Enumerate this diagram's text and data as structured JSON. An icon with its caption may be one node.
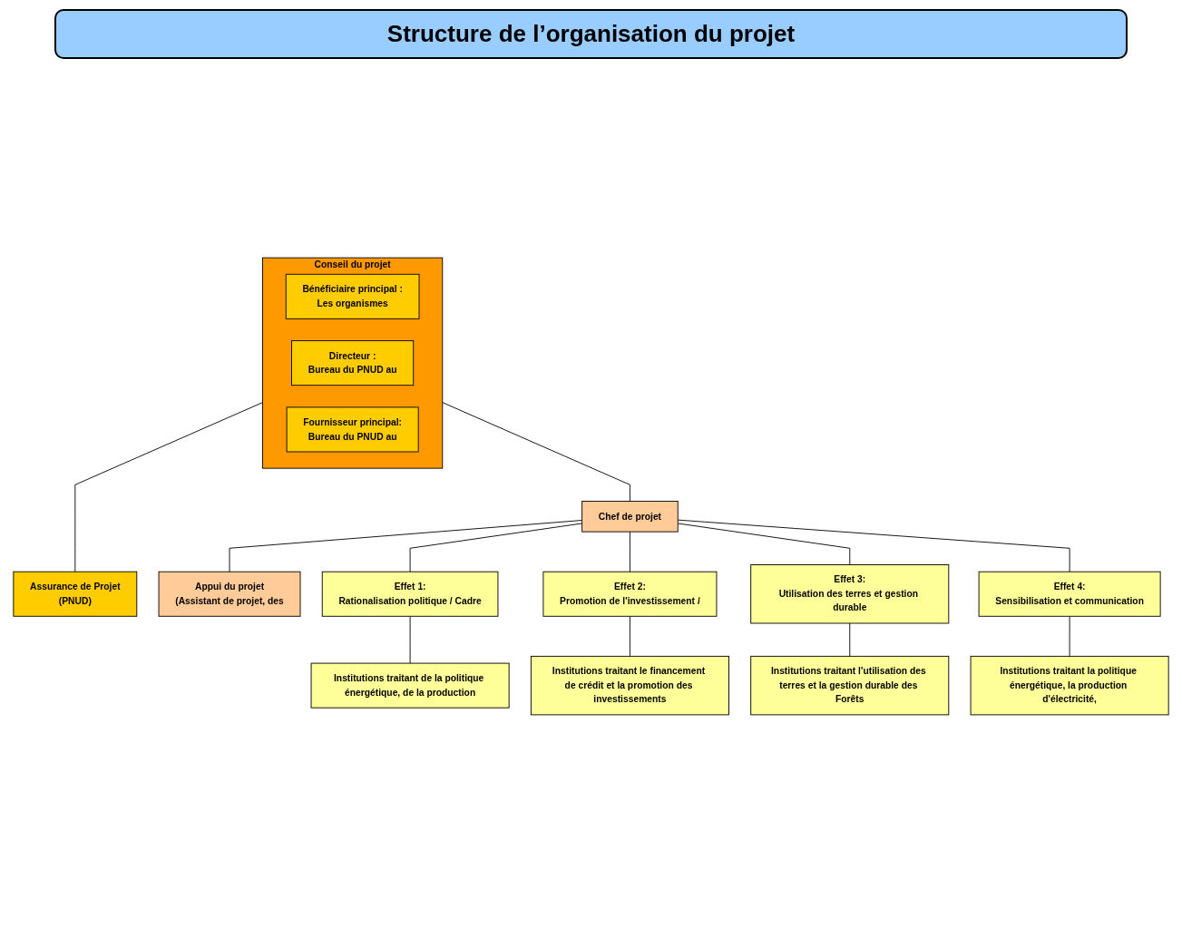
{
  "diagram": {
    "title": "Structure de l’organisation du projet",
    "nodes": [
      {
        "text": [
          "Conseil du projet"
        ]
      },
      {
        "text": [
          "Bénéficiaire principal :",
          "Les organismes"
        ],
        "in": 0
      },
      {
        "text": [
          "Directeur :",
          "Bureau du PNUD au"
        ],
        "in": 0
      },
      {
        "text": [
          "Fournisseur principal:",
          "Bureau du PNUD au"
        ],
        "in": 0
      },
      {
        "text": [
          "Assurance de Projet",
          "(PNUD)"
        ]
      },
      {
        "text": [
          "Chef de projet"
        ]
      },
      {
        "text": [
          "Appui du projet",
          "(Assistant de projet, des"
        ]
      },
      {
        "text": [
          "Effet 1:",
          "Rationalisation politique / Cadre"
        ]
      },
      {
        "text": [
          "Effet 2:",
          "Promotion de l'investissement /"
        ]
      },
      {
        "text": [
          "Effet 3:",
          "Utilisation des terres et gestion durable"
        ]
      },
      {
        "text": [
          "Effet 4:",
          "Sensibilisation et communication"
        ]
      },
      {
        "text": [
          "Institutions traitant de la politique énergétique, de la production"
        ]
      },
      {
        "text": [
          "Institutions traitant le financement de crédit et la promotion des investissements"
        ]
      },
      {
        "text": [
          "Institutions traitant l'utilisation des terres et la gestion durable des Forêts"
        ]
      },
      {
        "text": [
          "Institutions traitant la politique énergétique, la production d'électricité,"
        ]
      }
    ],
    "edges": [
      {
        "from": 0,
        "to": 4,
        "arrow": "none"
      },
      {
        "from": 0,
        "to": 5,
        "arrow": "none"
      },
      {
        "from": 5,
        "to": 6,
        "arrow": "none"
      },
      {
        "from": 5,
        "to": 7,
        "arrow": "none"
      },
      {
        "from": 5,
        "to": 8,
        "arrow": "none"
      },
      {
        "from": 5,
        "to": 9,
        "arrow": "none"
      },
      {
        "from": 5,
        "to": 10,
        "arrow": "none"
      },
      {
        "from": 7,
        "to": 11,
        "arrow": "none"
      },
      {
        "from": 8,
        "to": 12,
        "arrow": "none"
      },
      {
        "from": 9,
        "to": 13,
        "arrow": "none"
      },
      {
        "from": 10,
        "to": 14,
        "arrow": "none"
      }
    ]
  }
}
